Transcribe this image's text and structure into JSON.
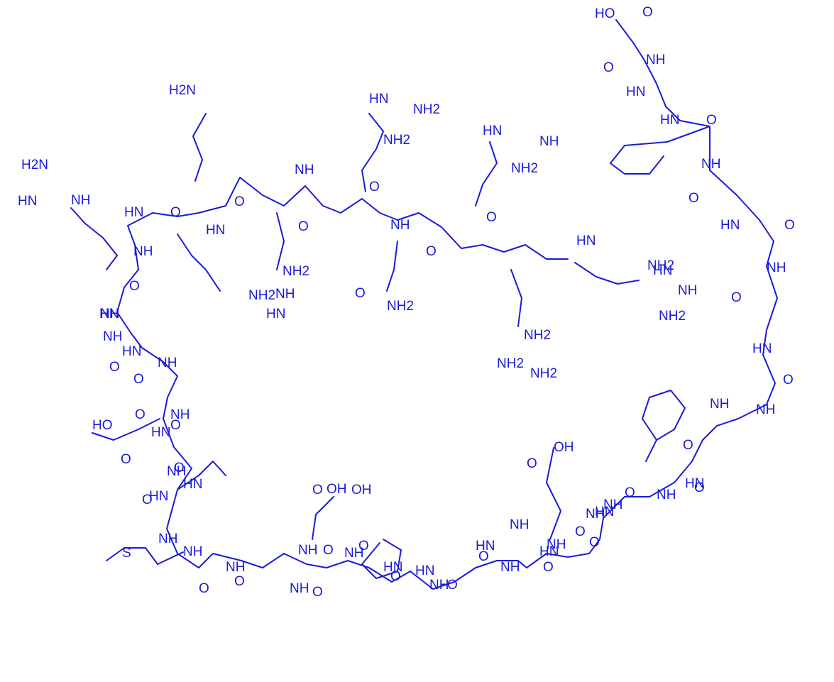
{
  "colors": {
    "structure": "#1a1ad8",
    "background": "#ffffff"
  },
  "labels": [
    "HO",
    "O",
    "NH",
    "HN",
    "O",
    "HN",
    "O",
    "NH",
    "O",
    "HN",
    "O",
    "NH",
    "HN",
    "O",
    "NH",
    "O",
    "NH",
    "O",
    "HN",
    "O",
    "NH",
    "O",
    "NH",
    "HN",
    "O",
    "NH",
    "O",
    "NH",
    "HN",
    "O",
    "NH",
    "NH",
    "HN",
    "O",
    "NH",
    "O",
    "HN",
    "O",
    "HN",
    "O",
    "NH",
    "O",
    "NH",
    "O",
    "NH",
    "NH",
    "O",
    "NH",
    "O",
    "NH",
    "HN",
    "HN",
    "O",
    "NH",
    "HN",
    "O",
    "O",
    "NH",
    "O",
    "NH",
    "NH",
    "O",
    "O",
    "HN",
    "NH",
    "HN",
    "O",
    "NH",
    "HN",
    "O",
    "HN",
    "O",
    "HO",
    "O",
    "OH",
    "O",
    "OH",
    "O",
    "OH",
    "S",
    "NH",
    "O",
    "O",
    "O",
    "NH",
    "O",
    "O",
    "H2N",
    "HN",
    "NH",
    "H2N",
    "NH2",
    "HN",
    "NH2",
    "HN",
    "NH",
    "NH2",
    "HN",
    "NH2",
    "NH",
    "NH2",
    "HN",
    "NH2",
    "NH",
    "HN",
    "NH2",
    "NH2",
    "NH2",
    "NH2",
    "NH2"
  ]
}
